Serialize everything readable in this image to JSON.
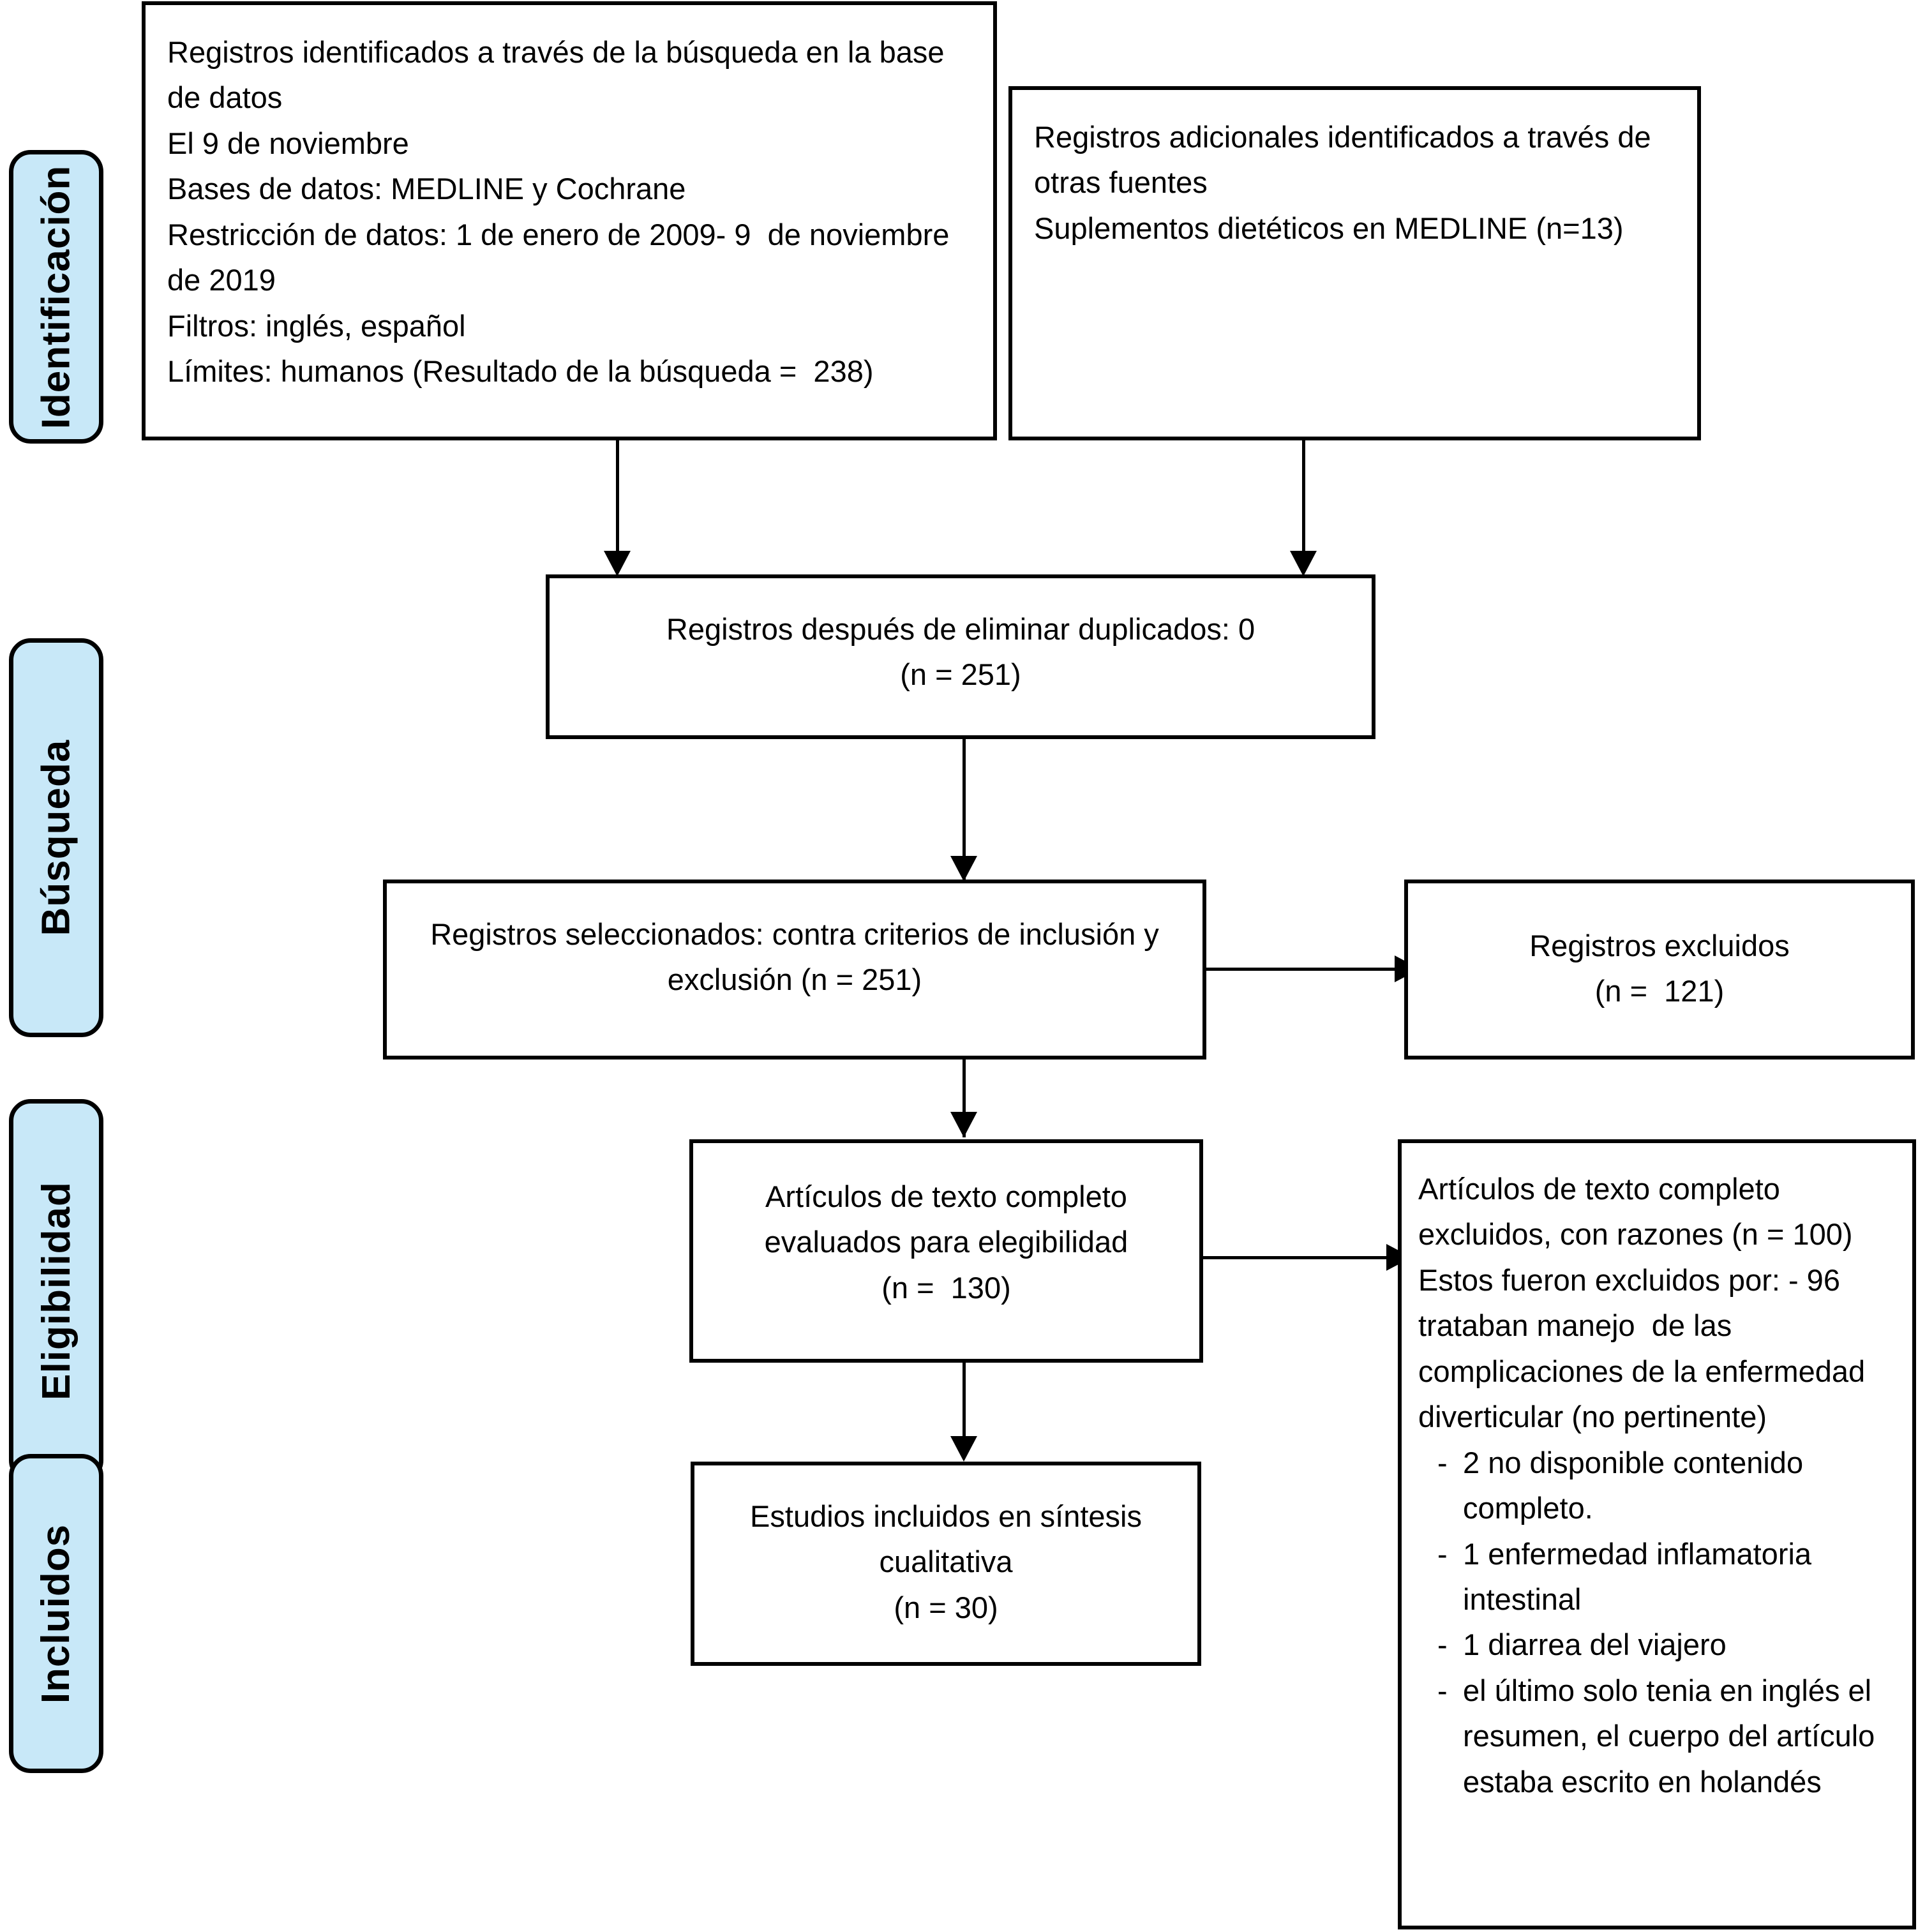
{
  "diagram": {
    "title": "PRISMA flow diagram",
    "accent_color": "#c8e8f8",
    "line_color": "#000000",
    "box_background": "#ffffff"
  },
  "stages": [
    {
      "id": "identificacion",
      "label": "Identificación"
    },
    {
      "id": "busqueda",
      "label": "Búsqueda"
    },
    {
      "id": "eligibilidad",
      "label": "Eligibilidad"
    },
    {
      "id": "incluidos",
      "label": "Incluidos"
    }
  ],
  "boxes": {
    "database_records": {
      "text": "Registros identificados a través de la búsqueda en la base de datos\nEl 9 de noviembre\nBases de datos: MEDLINE y Cochrane\nRestricción de datos: 1 de enero de 2009- 9  de noviembre de 2019\nFiltros: inglés, español\nLímites: humanos (Resultado de la búsqueda =  238)"
    },
    "other_sources": {
      "text": "Registros adicionales identificados a través de otras fuentes\nSuplementos dietéticos en MEDLINE (n=13)"
    },
    "after_duplicates": {
      "line1": "Registros después de eliminar duplicados: 0",
      "line2": "(n = 251)"
    },
    "screened": {
      "line1": "Registros seleccionados: contra criterios de inclusión y",
      "line2": "exclusión (n = 251)"
    },
    "records_excluded": {
      "line1": "Registros excluidos",
      "line2": "(n =  121)"
    },
    "fulltext_assessed": {
      "line1": "Artículos de texto completo",
      "line2": "evaluados para elegibilidad",
      "line3": "(n =  130)"
    },
    "fulltext_excluded": {
      "intro": "Artículos de texto completo excluidos, con razones (n = 100)\nEstos fueron excluidos por: - 96 trataban manejo  de las complicaciones de la enfermedad diverticular (no pertinente)",
      "bullet_marker": "-",
      "reasons": [
        "2 no disponible contenido completo.",
        "1 enfermedad inflamatoria intestinal",
        "1 diarrea del viajero",
        "el último solo tenia en inglés el resumen, el cuerpo del artículo estaba escrito en holandés"
      ]
    },
    "included_studies": {
      "line1": "Estudios incluidos en síntesis",
      "line2": "cualitativa",
      "line3": "(n = 30)"
    }
  }
}
